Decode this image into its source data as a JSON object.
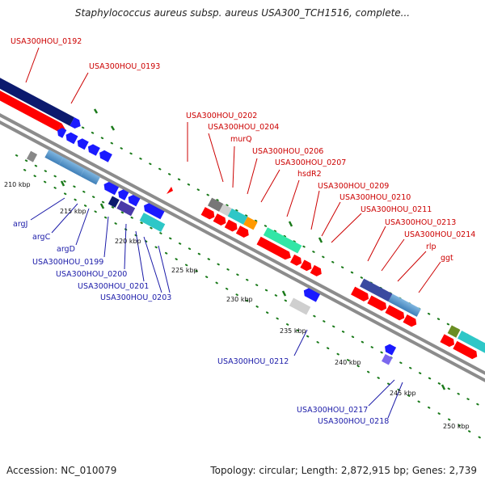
{
  "title": "Staphylococcus aureus subsp. aureus USA300_TCH1516, complete...",
  "footer": {
    "accession": "Accession: NC_010079",
    "summary": "Topology: circular; Length: 2,872,915 bp; Genes: 2,739"
  },
  "colors": {
    "backbone": "#8c8c8c",
    "forward_cds": "#ff0000",
    "reverse_cds": "#0000ff",
    "dots": "#1a7a1a",
    "label_forward": "#cc0000",
    "label_reverse": "#1a1aa8"
  },
  "ticks": [
    "210 kbp",
    "215 kbp",
    "220 kbp",
    "225 kbp",
    "230 kbp",
    "235 kbp",
    "240 kbp",
    "245 kbp",
    "250 kbp"
  ],
  "top_labels": [
    "USA300HOU_0192",
    "USA300HOU_0193",
    "USA300HOU_0202",
    "USA300HOU_0204",
    "murQ",
    "USA300HOU_0206",
    "USA300HOU_0207",
    "hsdR2",
    "USA300HOU_0209",
    "USA300HOU_0210",
    "USA300HOU_0211",
    "USA300HOU_0213",
    "USA300HOU_0214",
    "rlp",
    "ggt"
  ],
  "bottom_labels": [
    "argJ",
    "argC",
    "argD",
    "USA300HOU_0199",
    "USA300HOU_0200",
    "USA300HOU_0201",
    "USA300HOU_0203",
    "USA300HOU_0212",
    "USA300HOU_0217",
    "USA300HOU_0218"
  ]
}
